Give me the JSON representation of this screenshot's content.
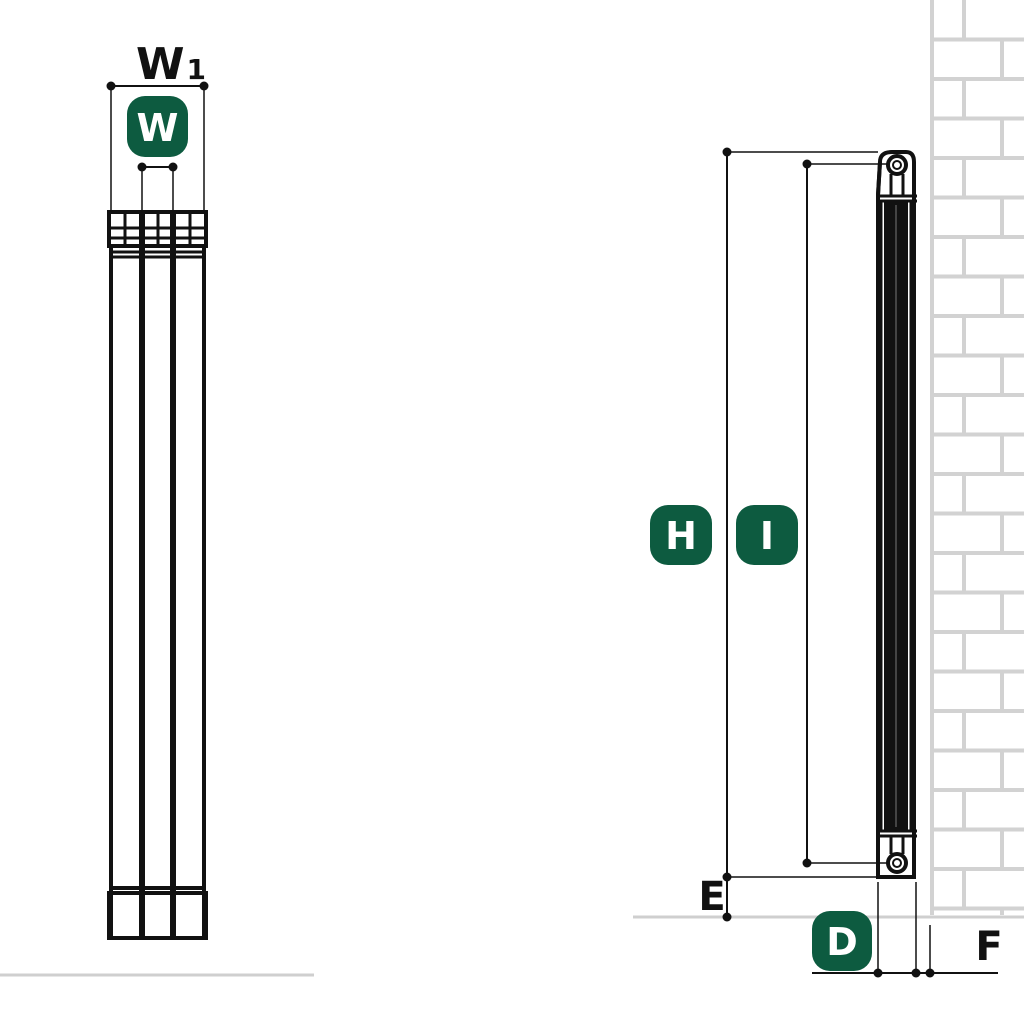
{
  "colors": {
    "badge": "#0d5b40",
    "line": "#111111",
    "brick": "#d2d2d2",
    "floor": "#cfcfcf",
    "badge_text": "#ffffff"
  },
  "front_view": {
    "overall_width_label": {
      "main": "W",
      "sub": "1"
    },
    "section_width_badge": "W"
  },
  "side_view": {
    "height_badge": "H",
    "centers_badge": "I",
    "floor_clearance_label": "E",
    "depth_badge": "D",
    "wall_gap_label": "F"
  }
}
